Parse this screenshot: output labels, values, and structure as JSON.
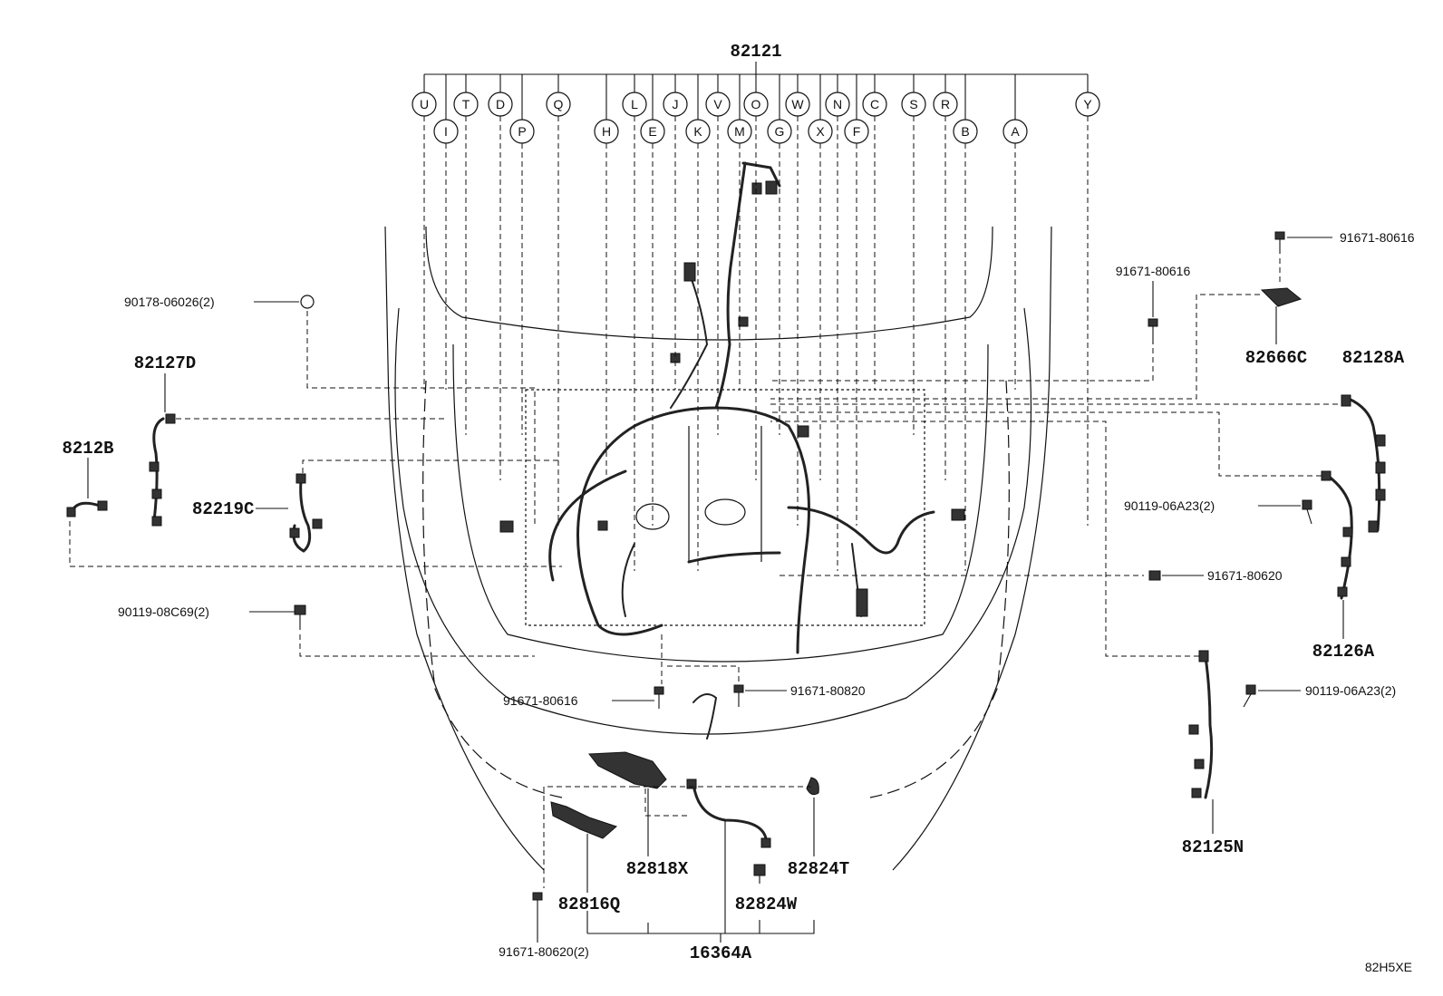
{
  "diagram": {
    "main_part": "82121",
    "callouts_row1": [
      "U",
      "T",
      "D",
      "Q",
      "L",
      "J",
      "V",
      "O",
      "W",
      "N",
      "C",
      "S",
      "R",
      "Y"
    ],
    "callouts_row2": [
      "I",
      "P",
      "H",
      "E",
      "K",
      "M",
      "G",
      "X",
      "F",
      "B",
      "A"
    ],
    "parts": {
      "p82127D": "82127D",
      "p8212B": "8212B",
      "p82219C": "82219C",
      "p90178": "90178-06026(2)",
      "p90119_08C69": "90119-08C69(2)",
      "p91671_80616_left": "91671-80616",
      "p91671_80820": "91671-80820",
      "p91671_80616_mid": "91671-80616",
      "p91671_80616_top": "91671-80616",
      "p82666C": "82666C",
      "p82128A": "82128A",
      "p90119_06A23_a": "90119-06A23(2)",
      "p91671_80620": "91671-80620",
      "p82126A": "82126A",
      "p90119_06A23_b": "90119-06A23(2)",
      "p82125N": "82125N",
      "p82818X": "82818X",
      "p82824T": "82824T",
      "p82824W": "82824W",
      "p82816Q": "82816Q",
      "p91671_80620_2": "91671-80620(2)",
      "p16364A": "16364A"
    },
    "reference_code": "82H5XE"
  }
}
